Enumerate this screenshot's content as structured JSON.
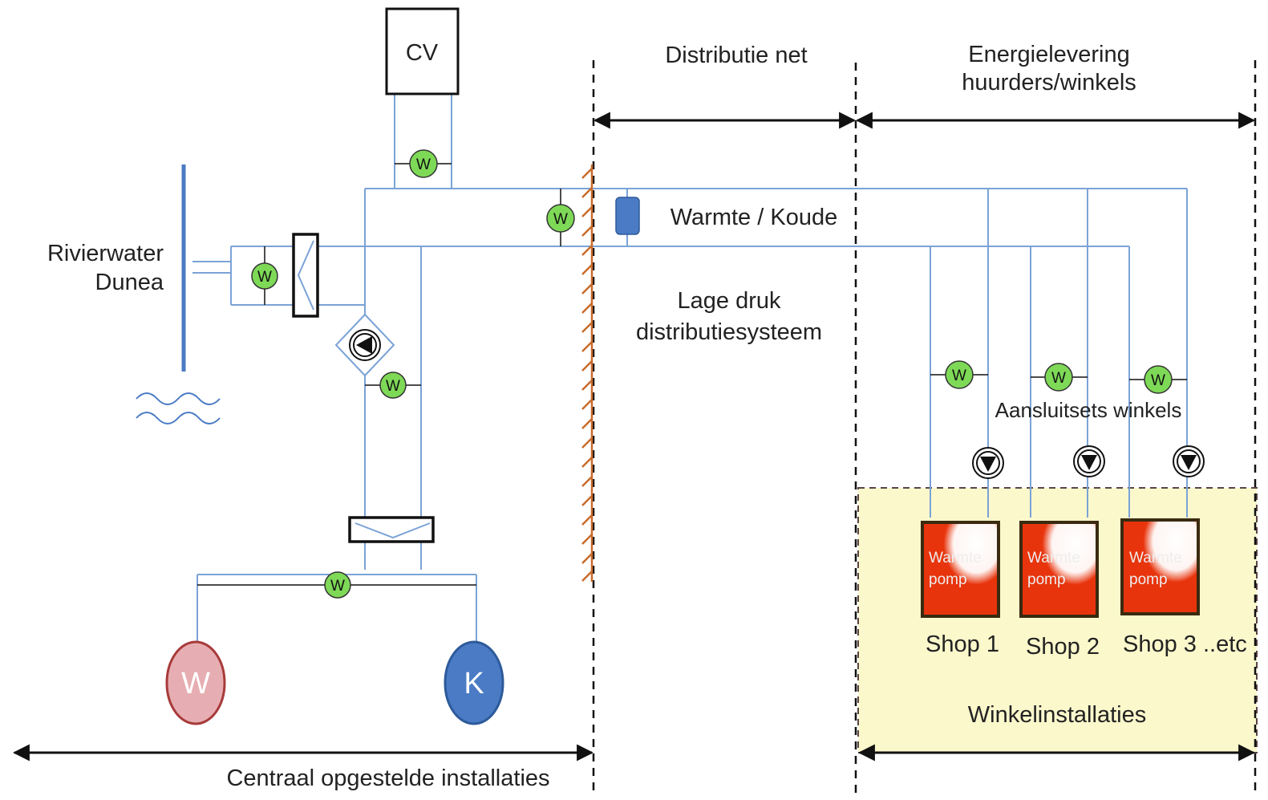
{
  "labels": {
    "cv": "CV",
    "distributie_net": "Distributie net",
    "energielevering_line1": "Energielevering",
    "energielevering_line2": "huurders/winkels",
    "rivierwater_line1": "Rivierwater",
    "rivierwater_line2": "Dunea",
    "warmte_koude": "Warmte / Koude",
    "lage_druk_line1": "Lage druk",
    "lage_druk_line2": "distributiesysteem",
    "aansluitsets": "Aansluitsets winkels",
    "winkelinstallaties": "Winkelinstallaties",
    "centraal": "Centraal opgestelde installaties",
    "buffer_w": "W",
    "buffer_k": "K",
    "meter": "W",
    "heatpump_line1": "Warmte",
    "heatpump_line2": "pomp"
  },
  "shops": [
    {
      "name": "Shop 1"
    },
    {
      "name": "Shop 2"
    },
    {
      "name": "Shop 3 ..etc"
    }
  ],
  "colors": {
    "pipe": "#7ba3d6",
    "meter_fill": "#7ed957",
    "buffer_w_fill": "#e6aeb2",
    "buffer_w_stroke": "#a83a3a",
    "buffer_k_fill": "#4a7bc4",
    "buffer_k_stroke": "#2d5a9a",
    "wall": "#c86b2a",
    "shop_area": "#fbf8cc",
    "heatpump": "#e8340c",
    "river": "#4a7bc4"
  }
}
